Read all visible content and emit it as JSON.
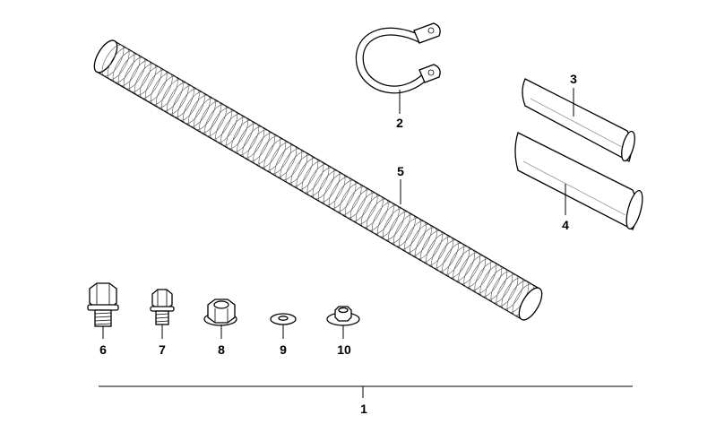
{
  "callouts": [
    {
      "id": "1",
      "text": "1"
    },
    {
      "id": "2",
      "text": "2"
    },
    {
      "id": "3",
      "text": "3"
    },
    {
      "id": "4",
      "text": "4"
    },
    {
      "id": "5",
      "text": "5"
    },
    {
      "id": "6",
      "text": "6"
    },
    {
      "id": "7",
      "text": "7"
    },
    {
      "id": "8",
      "text": "8"
    },
    {
      "id": "9",
      "text": "9"
    },
    {
      "id": "10",
      "text": "10"
    }
  ],
  "parts": [
    {
      "callout": "1",
      "icon": "assembly-baseline"
    },
    {
      "callout": "2",
      "icon": "hose-clamp-icon"
    },
    {
      "callout": "3",
      "icon": "small-sleeve-icon"
    },
    {
      "callout": "4",
      "icon": "large-sleeve-icon"
    },
    {
      "callout": "5",
      "icon": "corrugated-hose-icon"
    },
    {
      "callout": "6",
      "icon": "hex-bolt-large-icon"
    },
    {
      "callout": "7",
      "icon": "hex-bolt-small-icon"
    },
    {
      "callout": "8",
      "icon": "hex-nut-icon"
    },
    {
      "callout": "9",
      "icon": "washer-icon"
    },
    {
      "callout": "10",
      "icon": "collar-nut-icon"
    }
  ]
}
